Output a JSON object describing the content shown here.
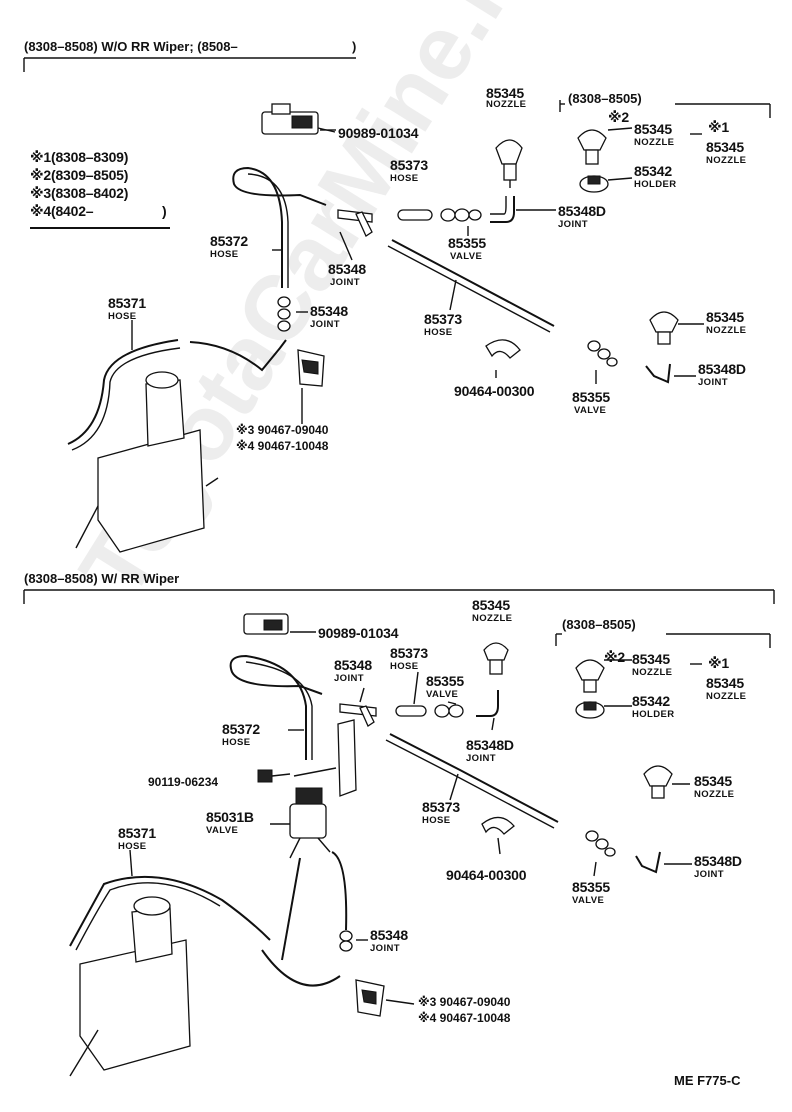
{
  "sections": {
    "top_title": "(8308–8508) W/O  RR  Wiper; (8508–",
    "top_title_close": ")",
    "bottom_title": "(8308–8508) W/ RR Wiper"
  },
  "legend": [
    {
      "mark": "※1",
      "range": "(8308–8309)"
    },
    {
      "mark": "※2",
      "range": "(8309–8505)"
    },
    {
      "mark": "※3",
      "range": "(8308–8402)"
    },
    {
      "mark": "※4",
      "range": "(8402–"
    }
  ],
  "legend_close": ")",
  "top": {
    "group_range": "(8308–8505)",
    "p_90989": "90989-01034",
    "p_85345_a": "85345",
    "p_85345_a_name": "NOZZLE",
    "mark2": "※2",
    "p_85345_b": "85345",
    "p_85345_b_name": "NOZZLE",
    "mark1": "※1",
    "p_85345_c": "85345",
    "p_85345_c_name": "NOZZLE",
    "p_85342": "85342",
    "p_85342_name": "HOLDER",
    "p_85373_a": "85373",
    "p_85373_a_name": "HOSE",
    "p_85348d_a": "85348D",
    "p_85348d_a_name": "JOINT",
    "p_85355_a": "85355",
    "p_85355_a_name": "VALVE",
    "p_85372": "85372",
    "p_85372_name": "HOSE",
    "p_85348_a": "85348",
    "p_85348_a_name": "JOINT",
    "p_85348_b": "85348",
    "p_85348_b_name": "JOINT",
    "p_85373_b": "85373",
    "p_85373_b_name": "HOSE",
    "p_85371": "85371",
    "p_85371_name": "HOSE",
    "p_85345_d": "85345",
    "p_85345_d_name": "NOZZLE",
    "p_85348d_b": "85348D",
    "p_85348d_b_name": "JOINT",
    "p_90464": "90464-00300",
    "p_85355_b": "85355",
    "p_85355_b_name": "VALVE",
    "m3_part": "※3 90467-09040",
    "m4_part": "※4 90467-10048"
  },
  "bottom": {
    "group_range": "(8308–8505)",
    "p_90989": "90989-01034",
    "p_85345_a": "85345",
    "p_85345_a_name": "NOZZLE",
    "p_85348_a": "85348",
    "p_85348_a_name": "JOINT",
    "p_85373_a": "85373",
    "p_85373_a_name": "HOSE",
    "p_85355_a": "85355",
    "p_85355_a_name": "VALVE",
    "mark2": "※2",
    "p_85345_b": "85345",
    "p_85345_b_name": "NOZZLE",
    "mark1": "※1",
    "p_85345_c": "85345",
    "p_85345_c_name": "NOZZLE",
    "p_85342": "85342",
    "p_85342_name": "HOLDER",
    "p_85372": "85372",
    "p_85372_name": "HOSE",
    "p_85348d_a": "85348D",
    "p_85348d_a_name": "JOINT",
    "p_90119": "90119-06234",
    "p_85031b": "85031B",
    "p_85031b_name": "VALVE",
    "p_85345_d": "85345",
    "p_85345_d_name": "NOZZLE",
    "p_85373_b": "85373",
    "p_85373_b_name": "HOSE",
    "p_85371": "85371",
    "p_85371_name": "HOSE",
    "p_90464": "90464-00300",
    "p_85348d_b": "85348D",
    "p_85348d_b_name": "JOINT",
    "p_85355_b": "85355",
    "p_85355_b_name": "VALVE",
    "p_85348_b": "85348",
    "p_85348_b_name": "JOINT",
    "m3_part": "※3 90467-09040",
    "m4_part": "※4 90467-10048"
  },
  "footer_code": "ME  F775-C",
  "watermark": "ToyotaCarMine.ru"
}
